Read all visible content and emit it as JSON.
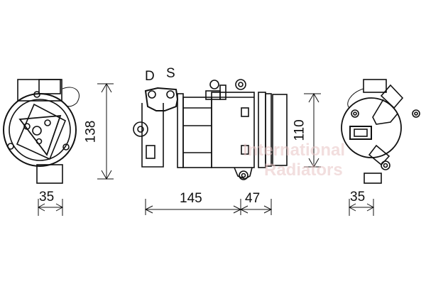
{
  "diagram": {
    "subject": "AC compressor technical drawing",
    "views": [
      {
        "name": "front-view",
        "width_dim": "35"
      },
      {
        "name": "side-view",
        "body_length_dim": "145",
        "pulley_length_dim": "47",
        "height_dim": "110"
      },
      {
        "name": "rear-view",
        "width_dim": "35"
      }
    ],
    "dimensions": {
      "front_height": "138",
      "front_width": "35",
      "side_height": "110",
      "body_length": "145",
      "pulley_length": "47",
      "rear_width": "35"
    },
    "port_labels": {
      "discharge": "D",
      "suction": "S"
    },
    "watermark": {
      "line1": "International",
      "line2": "Radiators"
    },
    "colors": {
      "line": "#111111",
      "watermark": "#e8c4c4",
      "background": "#ffffff"
    }
  }
}
